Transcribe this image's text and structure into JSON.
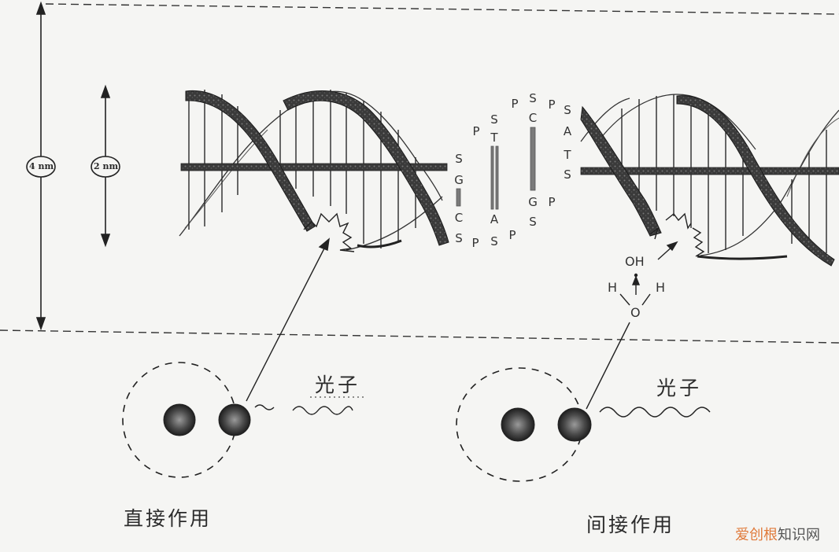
{
  "scale": {
    "outer": "4 nm",
    "inner": "2 nm"
  },
  "bases": {
    "col1": [
      "S",
      "G",
      "C",
      "S"
    ],
    "col1_p": "P",
    "col2": [
      "S",
      "T",
      "A",
      "S"
    ],
    "col2_p_top": "P",
    "col2_p_bottom": "P",
    "col3": [
      "S",
      "C",
      "G",
      "S"
    ],
    "col3_p_top": "P",
    "col3_p_right_top": "P",
    "col3_p_right_bottom": "P",
    "col4": [
      "S",
      "A",
      "T",
      "S"
    ]
  },
  "water": {
    "radical": "OH",
    "h_left": "H",
    "h_right": "H",
    "oxygen": "O"
  },
  "direct": {
    "photon_label": "光子",
    "title": "直接作用"
  },
  "indirect": {
    "photon_label": "光子",
    "title": "间接作用"
  },
  "watermark": {
    "part1": "爱创根",
    "part2": "知识网",
    "color1": "#e07a3a",
    "color2": "#555555"
  }
}
